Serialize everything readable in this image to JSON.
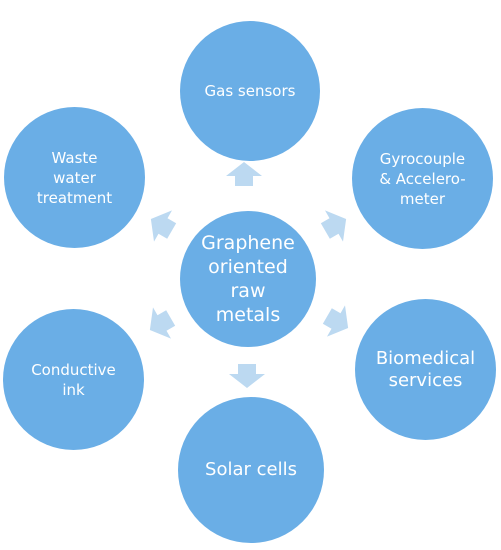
{
  "colors": {
    "circle": "#6aaee6",
    "arrow": "#bcd9f1",
    "text": "#ffffff"
  },
  "center": {
    "label": "Graphene\noriented\nraw\nmetals"
  },
  "nodes": {
    "gas_sensors": "Gas sensors",
    "gyrocouple": "Gyrocouple\n& Accelero-\nmeter",
    "biomedical": "Biomedical\nservices",
    "solar_cells": "Solar cells",
    "conductive_ink": "Conductive\nink",
    "waste_water": "Waste\nwater\ntreatment"
  }
}
